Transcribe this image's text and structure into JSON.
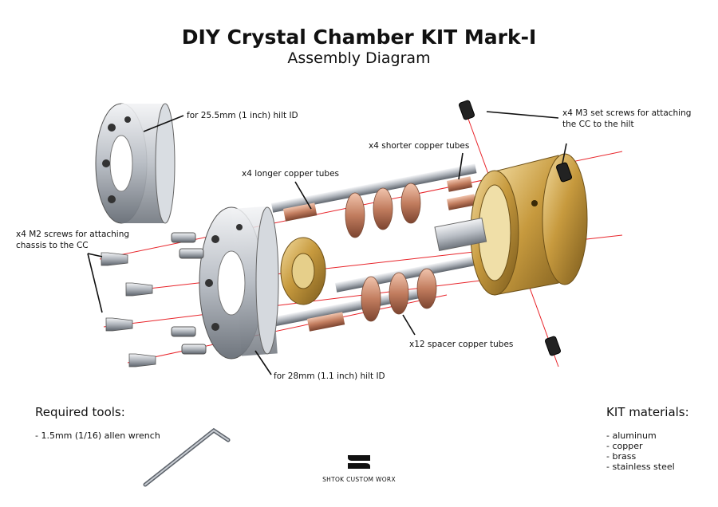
{
  "header": {
    "title": "DIY Crystal Chamber KIT Mark-I",
    "subtitle": "Assembly Diagram"
  },
  "callouts": {
    "hilt_small": "for 25.5mm (1 inch) hilt ID",
    "set_screws": "x4 M3 set screws for attaching\nthe CC to the hilt",
    "short_tubes": "x4 shorter copper tubes",
    "long_tubes": "x4 longer copper tubes",
    "m2_screws": "x4 M2 screws for attaching\nchassis to the CC",
    "spacer_tubes": "x12 spacer copper tubes",
    "hilt_large": "for 28mm (1.1 inch) hilt ID"
  },
  "tools": {
    "heading": "Required tools:",
    "items": [
      "- 1.5mm (1/16) allen wrench"
    ]
  },
  "materials": {
    "heading": "KIT materials:",
    "items": [
      "- aluminum",
      "- copper",
      "- brass",
      "- stainless steel"
    ]
  },
  "brand": {
    "name": "SHTOK CUSTOM WORX"
  },
  "colors": {
    "guide_line": "#e8242a",
    "brass": "#c9a24a",
    "copper": "#c9876a",
    "aluminum": "#c8ccd2",
    "steel": "#9aa0a8"
  }
}
